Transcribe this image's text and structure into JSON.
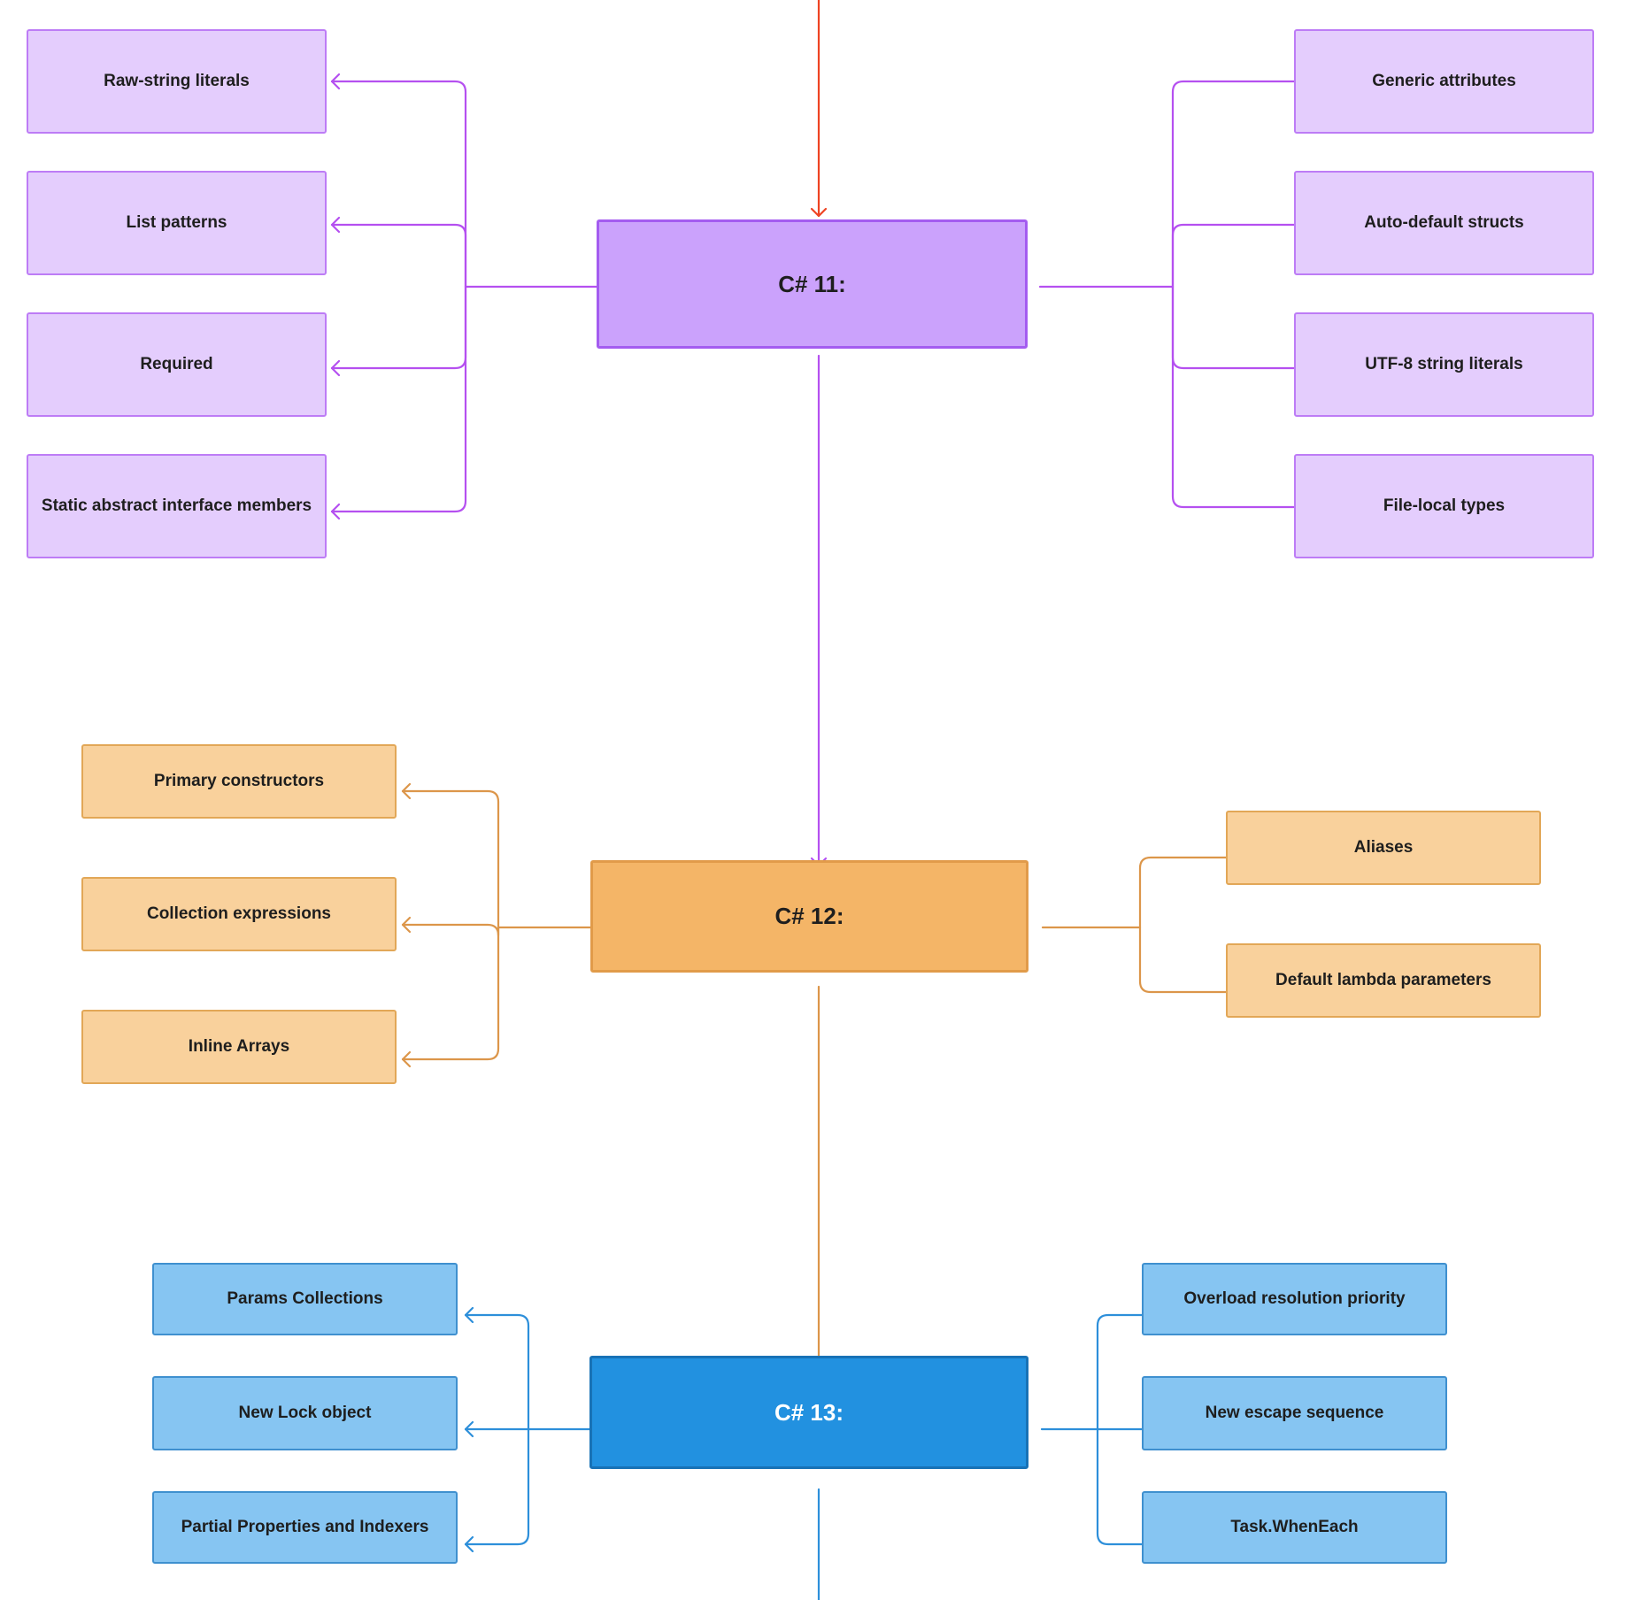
{
  "colors": {
    "top_arrow": "#ee4323",
    "purple_line": "#b550f0",
    "orange_line": "#dc964a",
    "blue_line": "#2d8fda"
  },
  "cs11": {
    "title": "C# 11:",
    "left": [
      "Raw-string literals",
      "List patterns",
      "Required",
      "Static abstract interface members"
    ],
    "right": [
      "Generic attributes",
      "Auto-default structs",
      "UTF-8 string literals",
      "File-local types"
    ]
  },
  "cs12": {
    "title": "C# 12:",
    "left": [
      "Primary constructors",
      "Collection expressions",
      "Inline Arrays"
    ],
    "right": [
      "Aliases",
      "Default lambda parameters"
    ]
  },
  "cs13": {
    "title": "C# 13:",
    "left": [
      "Params Collections",
      "New Lock object",
      "Partial Properties and Indexers"
    ],
    "right": [
      "Overload resolution priority",
      "New escape sequence",
      "Task.WhenEach"
    ]
  }
}
